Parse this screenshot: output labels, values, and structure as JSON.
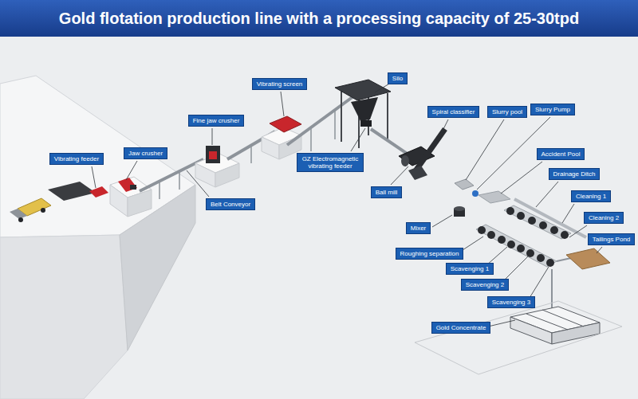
{
  "diagram": {
    "title": "Gold flotation production line with a processing capacity of 25-30tpd",
    "nodes": [
      {
        "text": [
          "Silo"
        ]
      },
      {
        "text": [
          "Vibrating screen"
        ]
      },
      {
        "text": [
          "Slurry Pump"
        ]
      },
      {
        "text": [
          "Spiral classifier"
        ]
      },
      {
        "text": [
          "Slurry pool"
        ]
      },
      {
        "text": [
          "Fine jaw crusher"
        ]
      },
      {
        "text": [
          "Jaw crusher"
        ]
      },
      {
        "text": [
          "Accident Pool"
        ]
      },
      {
        "text": [
          "Vibrating feeder"
        ]
      },
      {
        "text": [
          "GZ Electromagnetic vibrating feeder"
        ]
      },
      {
        "text": [
          "Drainage Ditch"
        ]
      },
      {
        "text": [
          "Ball mill"
        ]
      },
      {
        "text": [
          "Cleaning 1"
        ]
      },
      {
        "text": [
          "Belt Conveyor"
        ]
      },
      {
        "text": [
          "Cleaning 2"
        ]
      },
      {
        "text": [
          "Mixer"
        ]
      },
      {
        "text": [
          "Tailings Pond"
        ]
      },
      {
        "text": [
          "Roughing separation"
        ]
      },
      {
        "text": [
          "Scavenging 1"
        ]
      },
      {
        "text": [
          "Scavenging 2"
        ]
      },
      {
        "text": [
          "Scavenging 3"
        ]
      },
      {
        "text": [
          "Gold Concentrate"
        ]
      }
    ]
  }
}
